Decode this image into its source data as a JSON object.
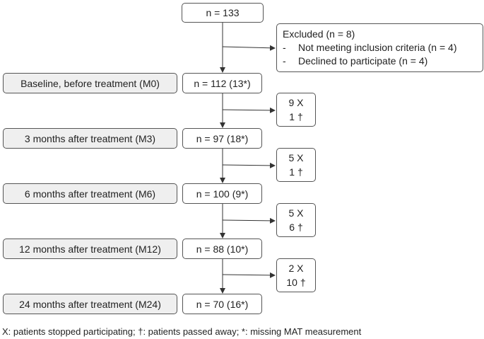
{
  "top": {
    "label": "n = 133"
  },
  "excluded": {
    "title": "Excluded (n = 8)",
    "items": [
      {
        "bullet": "-",
        "text": "Not meeting inclusion criteria (n = 4)"
      },
      {
        "bullet": "-",
        "text": "Declined to participate (n = 4)"
      }
    ]
  },
  "stages": [
    {
      "label": "Baseline, before treatment (M0)",
      "count": "n = 112 (13*)"
    },
    {
      "label": "3 months after treatment (M3)",
      "count": "n = 97 (18*)"
    },
    {
      "label": "6 months after treatment (M6)",
      "count": "n = 100 (9*)"
    },
    {
      "label": "12 months after treatment (M12)",
      "count": "n = 88 (10*)"
    },
    {
      "label": "24 months after treatment (M24)",
      "count": "n = 70 (16*)"
    }
  ],
  "losses": [
    {
      "stopped": "9 X",
      "died": "1 †"
    },
    {
      "stopped": "5 X",
      "died": "1 †"
    },
    {
      "stopped": "5 X",
      "died": "6 †"
    },
    {
      "stopped": "2 X",
      "died": "10 †"
    }
  ],
  "footnote": "X: patients stopped participating; †: patients passed away; *: missing MAT measurement"
}
